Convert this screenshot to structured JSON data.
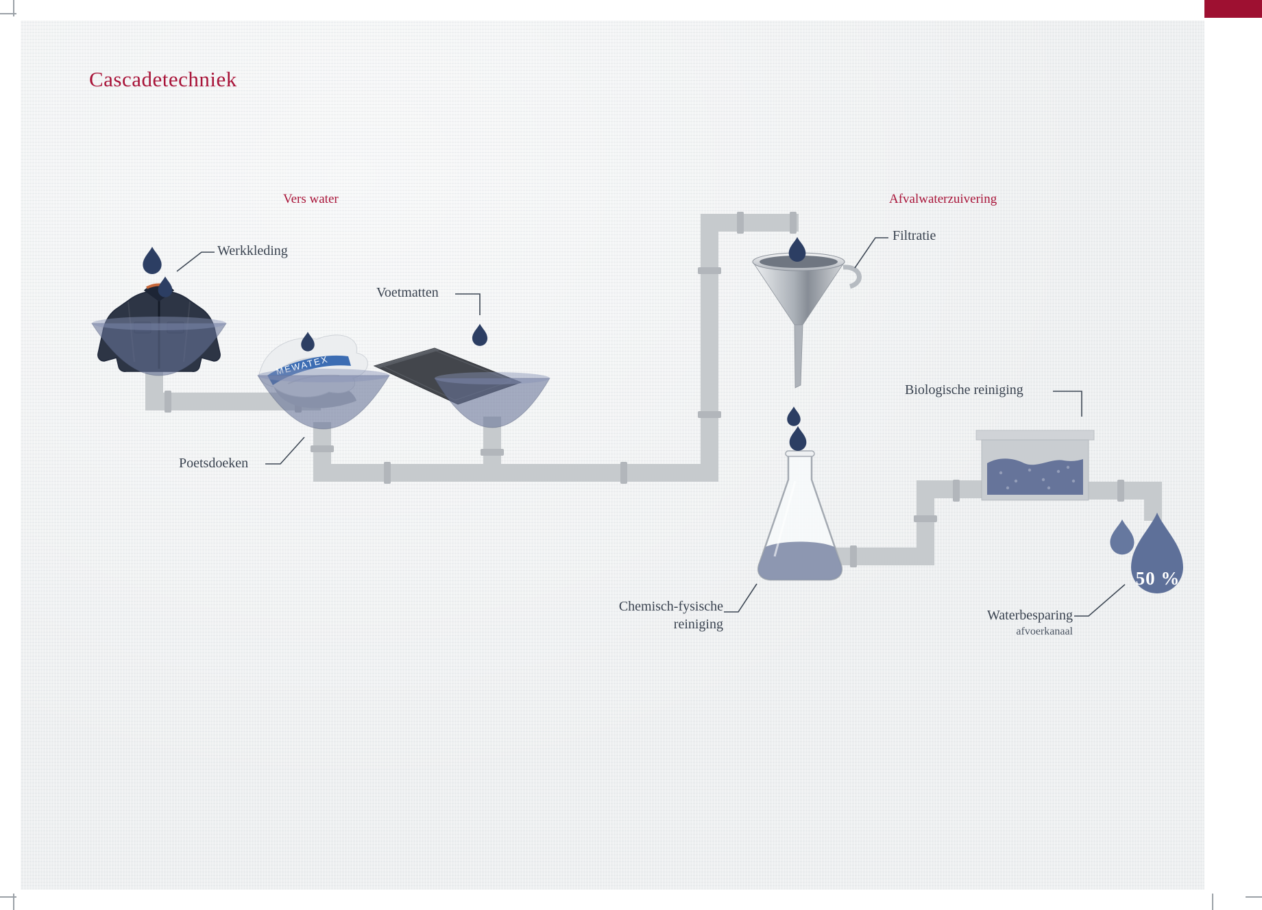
{
  "page": {
    "title": "Cascadetechniek"
  },
  "colors": {
    "accent_red": "#a81338",
    "text_dark": "#39424f",
    "pipe_gray": "#c6cacd",
    "bowl_water_blue": "#68759a",
    "drop_navy": "#2c3e63",
    "big_drop_blue": "#5e7099",
    "paper_gray": "#edeff0"
  },
  "flow": {
    "fresh_water_label": "Vers water",
    "treatment_label": "Afvalwaterzuivering"
  },
  "stations": {
    "workwear": {
      "label": "Werkkleding"
    },
    "cloths": {
      "label": "Poetsdoeken",
      "brand": "MEWATEX"
    },
    "mats": {
      "label": "Voetmatten"
    },
    "filtration": {
      "label": "Filtratie"
    },
    "chemical": {
      "line1": "Chemisch-fysische",
      "line2": "reiniging"
    },
    "biological": {
      "label": "Biologische reiniging"
    },
    "savings": {
      "label": "Waterbesparing",
      "sublabel": "afvoerkanaal",
      "value": "50 %"
    }
  }
}
